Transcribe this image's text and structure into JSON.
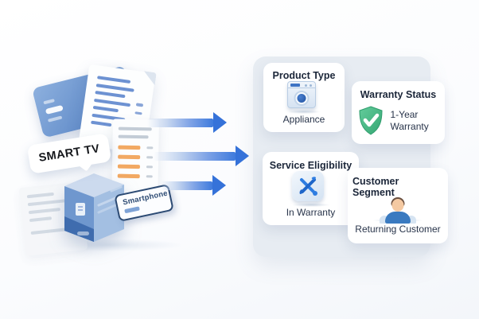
{
  "scene": {
    "smart_tv_label": "SMART TV",
    "smartphone_label": "Smartphone",
    "illustration_items": [
      "warranty-card",
      "invoice-document",
      "receipt",
      "faded-receipt",
      "product-box",
      "smart-tv-bubble",
      "smartphone-tag"
    ]
  },
  "flow": {
    "arrow_count": 3,
    "arrow_color": "#3b79dc"
  },
  "panel": {
    "bg_color": "#e7ecf2",
    "cards": [
      {
        "id": "product-type",
        "title": "Product Type",
        "value": "Appliance",
        "icon": "washing-machine-icon"
      },
      {
        "id": "warranty-status",
        "title": "Warranty Status",
        "value": "1-Year Warranty",
        "icon": "shield-check-icon"
      },
      {
        "id": "service-eligibility",
        "title": "Service Eligibility",
        "value": "In Warranty",
        "icon": "tools-icon"
      },
      {
        "id": "customer-segment",
        "title": "Customer Segment",
        "value": "Returning Customer",
        "icon": "person-icon"
      }
    ]
  },
  "colors": {
    "arrow_blue": "#3b79dc",
    "panel_bg": "#e7ecf2",
    "card_bg": "#ffffff",
    "title_text": "#1b2639",
    "value_text": "#28344a",
    "shield_green": "#45b981",
    "tools_blue": "#2e7de1",
    "tag_navy": "#2c4a73",
    "receipt_orange": "#f2a963",
    "box_blue": "#6f97ce"
  }
}
